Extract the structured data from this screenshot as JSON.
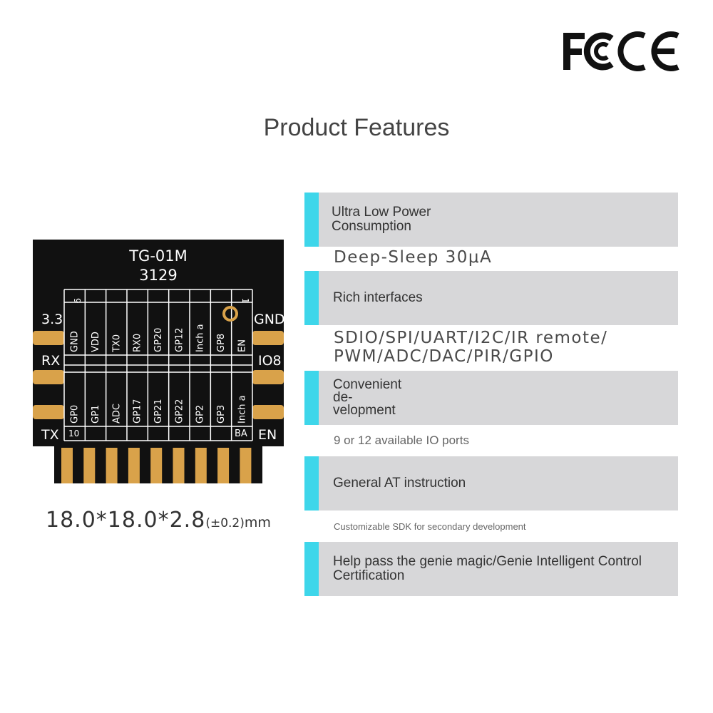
{
  "certification": {
    "marks": [
      "FC",
      "CE"
    ],
    "icon": "fcc-ce-mark"
  },
  "title": "Product Features",
  "module": {
    "name": "TG-01M",
    "code": "3129",
    "left_labels": [
      "3.3",
      "RX",
      "TX"
    ],
    "right_labels": [
      "GND",
      "IO8",
      "EN"
    ],
    "top_row_pins": [
      "GND",
      "VDD",
      "TX0",
      "RX0",
      "GP20",
      "GP12",
      "Inch a",
      "GP8",
      "EN"
    ],
    "bottom_row_pins": [
      "GP0",
      "GP1",
      "ADC",
      "GP17",
      "GP21",
      "GP22",
      "GP2",
      "GP3",
      "Inch a"
    ],
    "corner_top_left": "9",
    "corner_top_right": "1",
    "corner_bottom_left": "10",
    "corner_bottom_right": "BA",
    "colors": {
      "board": "#111111",
      "gold": "#d9a24a",
      "grid": "#ffffff"
    }
  },
  "dimensions": {
    "main": "18.0*18.0*2.8",
    "tolerance": "(±0.2)",
    "unit": "mm"
  },
  "features": [
    {
      "title": "Ultra Low Power Consumption",
      "detail": "Deep-Sleep  30μA"
    },
    {
      "title": "Rich interfaces",
      "detail_lines": [
        "SDIO/SPI/UART/I2C/IR remote/",
        "PWM/ADC/DAC/PIR/GPIO"
      ]
    },
    {
      "title": "Convenient de- velopment",
      "detail": "9 or 12 available IO ports"
    },
    {
      "title": "General AT instruction",
      "detail": "Customizable SDK for secondary development"
    },
    {
      "title": "Help pass the genie magic/Genie Intelligent Control Certification"
    }
  ],
  "colors": {
    "accent": "#3ed6ea",
    "panel": "#d7d7d9"
  }
}
